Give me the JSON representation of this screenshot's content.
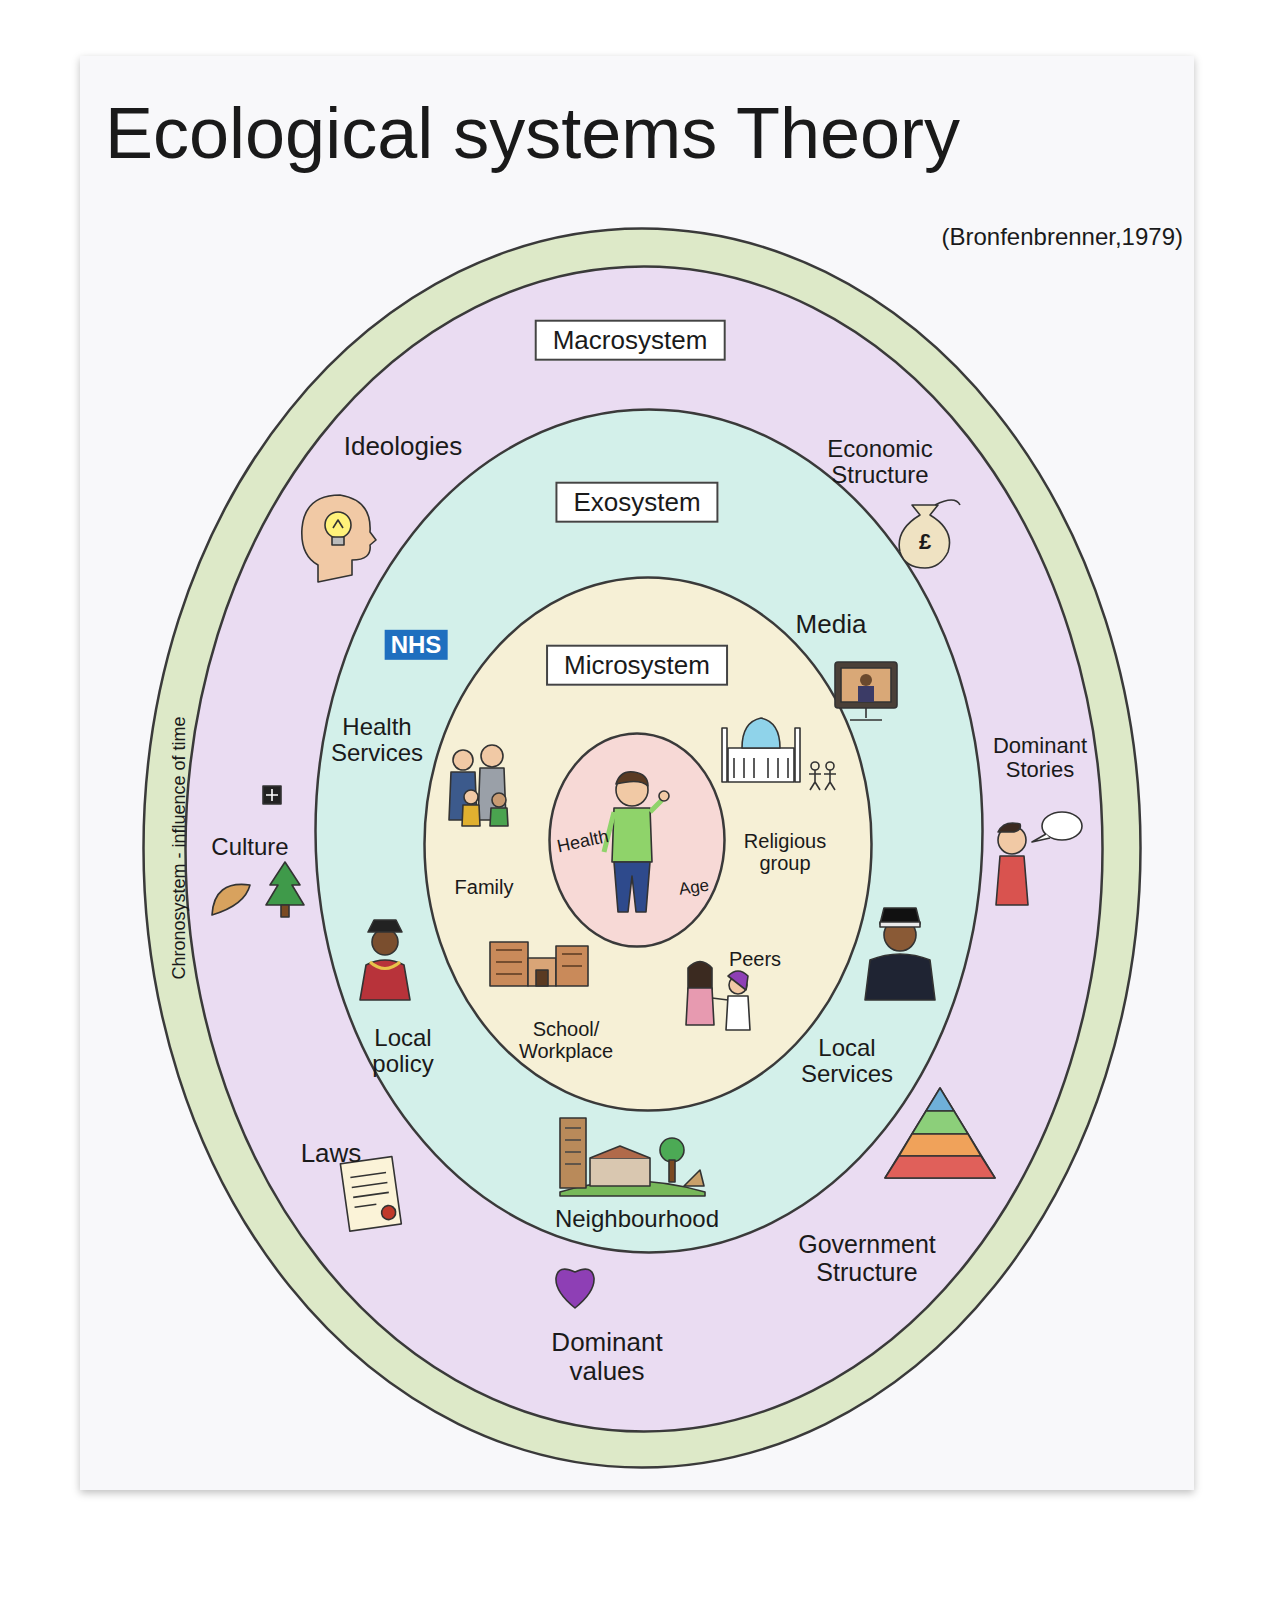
{
  "diagram": {
    "title": "Ecological systems Theory",
    "nodes": [
      {
        "text": [
          "Chronosystem - influence of time"
        ]
      },
      {
        "text": [
          "Macrosystem",
          "Ideologies",
          "Economic Structure",
          "Dominant Stories",
          "Culture",
          "Laws",
          "Dominant values",
          "Government Structure"
        ],
        "in": 0
      },
      {
        "text": [
          "Exosystem",
          "NHS",
          "Health Services",
          "Media",
          "Local policy",
          "Local Services",
          "Neighbourhood"
        ],
        "in": 1
      },
      {
        "text": [
          "Microsystem",
          "Family",
          "Religious group",
          "School/ Workplace",
          "Peers"
        ],
        "in": 2
      },
      {
        "text": [
          "Health",
          "Age"
        ],
        "in": 3
      }
    ],
    "labels": [
      "(Bronfenbrenner,1979)",
      "£"
    ]
  }
}
